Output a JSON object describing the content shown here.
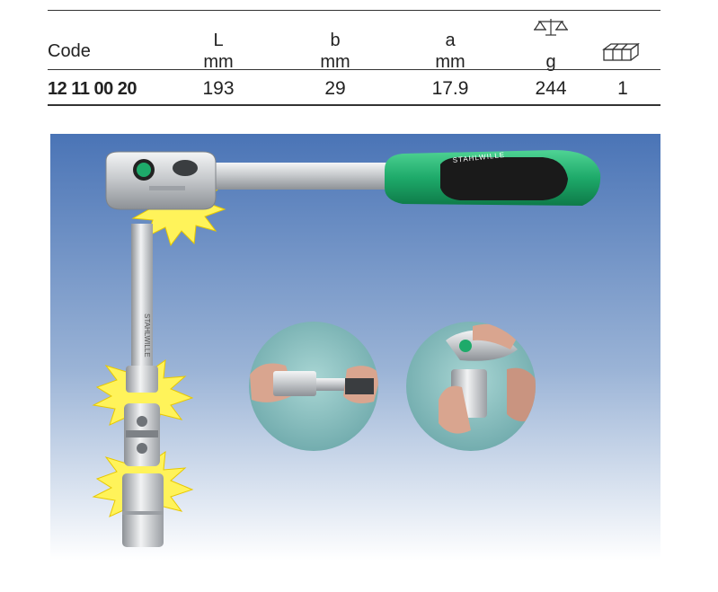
{
  "table": {
    "code_header": "Code",
    "columns": [
      {
        "symbol": "L",
        "unit": "mm",
        "value": "193"
      },
      {
        "symbol": "b",
        "unit": "mm",
        "value": "29"
      },
      {
        "symbol": "a",
        "unit": "mm",
        "value": "17.9"
      },
      {
        "symbol": "",
        "unit": "g",
        "value": "244",
        "icon": "weight-scale-icon"
      },
      {
        "symbol": "",
        "unit": "",
        "value": "1",
        "icon": "package-box-icon"
      }
    ],
    "code_value": "12 11 00 20"
  },
  "photo": {
    "brand_handle": "STAHLWILLE",
    "brand_extension": "STAHLWILLE",
    "colors": {
      "background_top": "#4a74b6",
      "background_bottom": "#ffffff",
      "handle_green": "#1eaa6a",
      "grip_black": "#1a1a1a",
      "chrome": "#d6d9dc",
      "flash_yellow": "#fff35a",
      "inset_background": "#8fc3c3"
    }
  }
}
